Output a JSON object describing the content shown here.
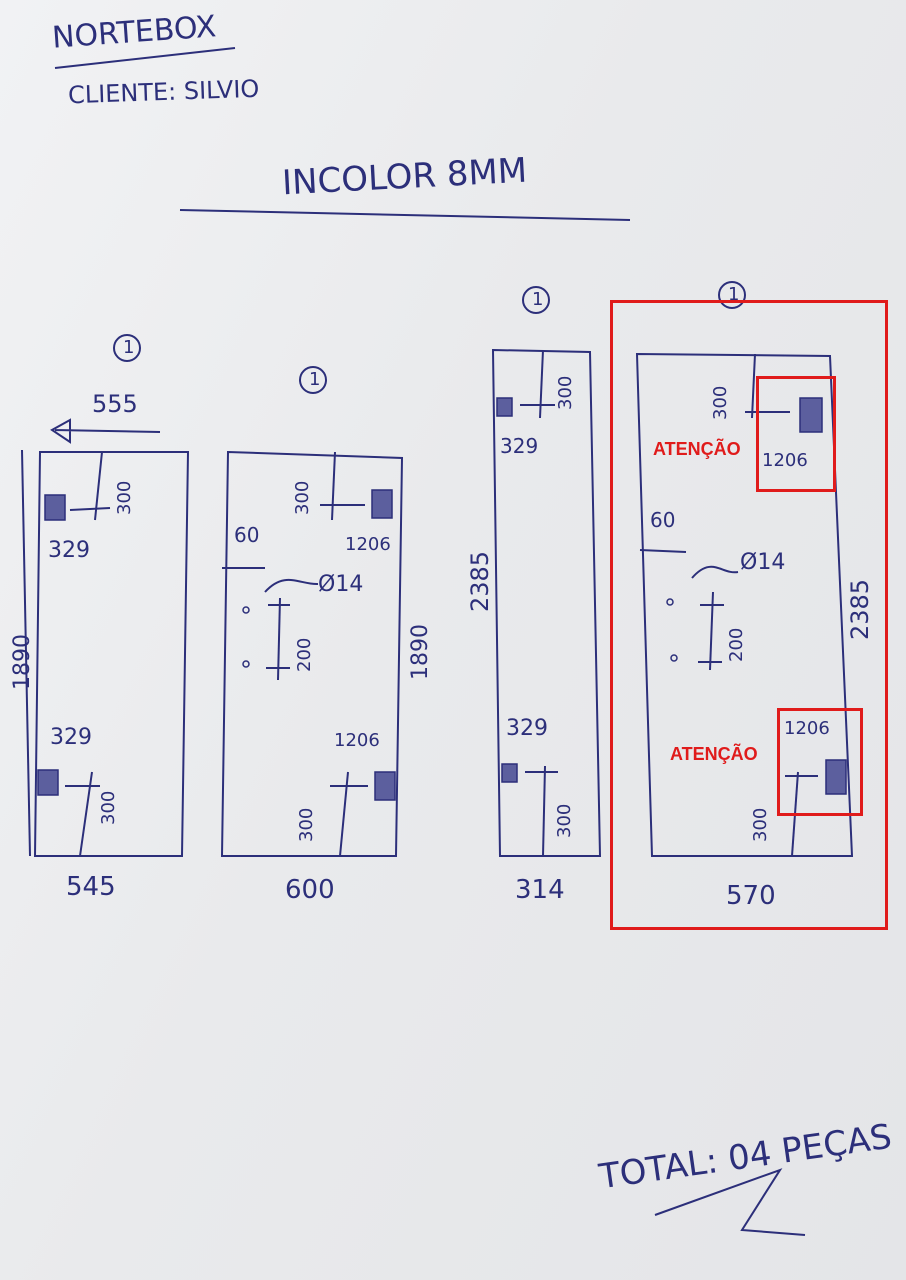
{
  "header": {
    "company": "NORTEBOX",
    "client": "CLIENTE: SILVIO",
    "material": "INCOLOR 8MM"
  },
  "pieces": [
    {
      "qty": "1",
      "width_top": "555",
      "width_bottom": "545",
      "height": "1890",
      "top_hinge_from_edge": "300",
      "top_hinge_label": "329",
      "bottom_hinge_label": "329",
      "bottom_hinge_from_edge": "300"
    },
    {
      "qty": "1",
      "width_bottom": "600",
      "height": "1890",
      "top_hinge_from_edge": "300",
      "top_hinge_label": "1206",
      "hole_offset": "60",
      "hole_diameter": "Ø14",
      "hole_spacing": "200",
      "bottom_hinge_label": "1206",
      "bottom_hinge_from_edge": "300"
    },
    {
      "qty": "1",
      "width_bottom": "314",
      "height": "2385",
      "top_hinge_from_edge": "300",
      "top_hinge_label": "329",
      "bottom_hinge_label": "329",
      "bottom_hinge_from_edge": "300"
    },
    {
      "qty": "1",
      "width_bottom": "570",
      "height": "2385",
      "top_hinge_from_edge": "300",
      "top_hinge_label": "1206",
      "hole_offset": "60",
      "hole_diameter": "Ø14",
      "hole_spacing": "200",
      "bottom_hinge_label": "1206",
      "bottom_hinge_from_edge": "300"
    }
  ],
  "annotations": {
    "warning_top": "ATENÇÃO",
    "warning_bottom": "ATENÇÃO"
  },
  "footer": {
    "total": "TOTAL: 04 PEÇAS"
  },
  "colors": {
    "ink": "#2c2f7a",
    "highlight": "#e01b1b"
  }
}
